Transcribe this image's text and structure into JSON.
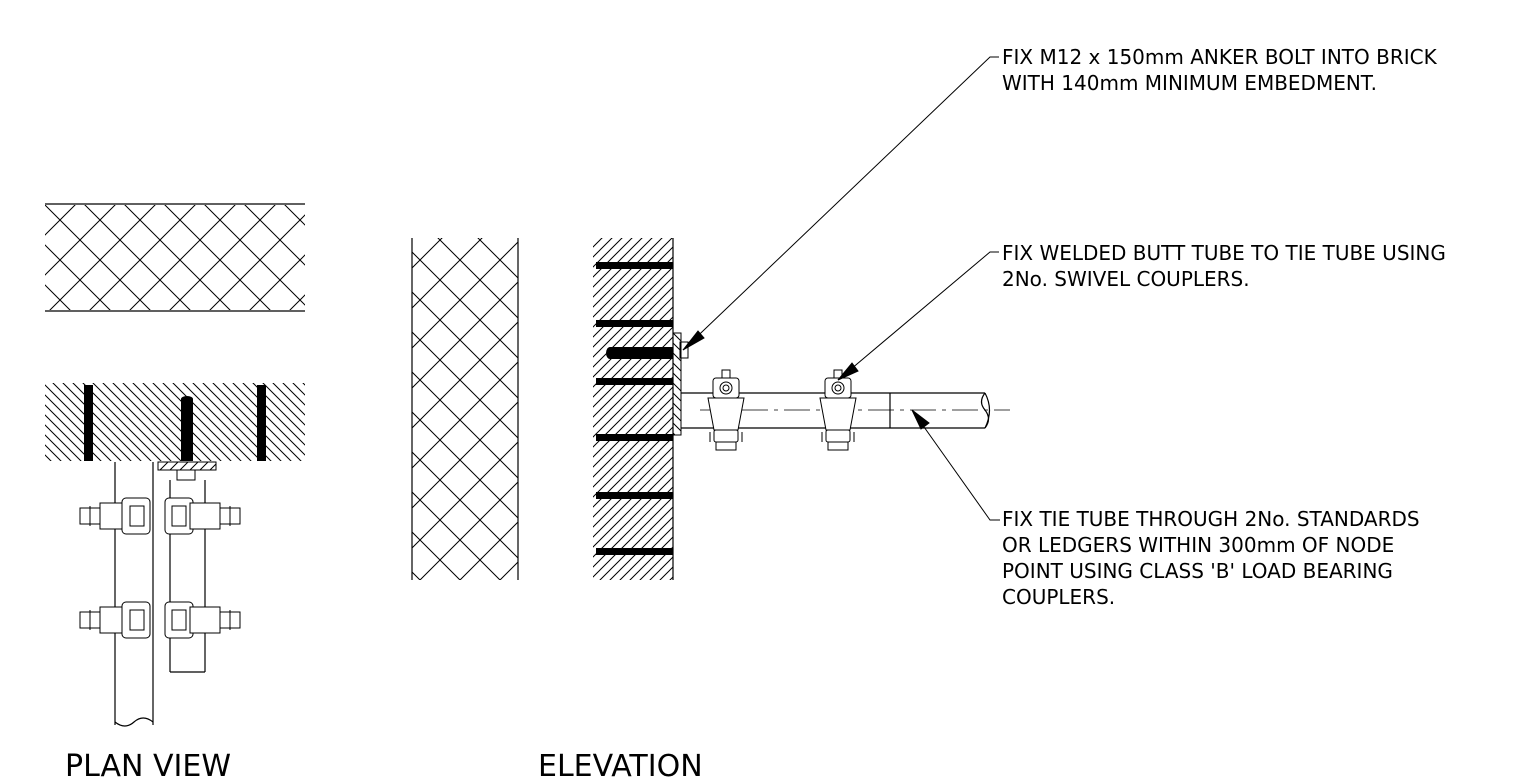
{
  "annotations": {
    "bolt": {
      "line1": "FIX M12 x 150mm ANKER BOLT INTO BRICK",
      "line2": "WITH 140mm MINIMUM EMBEDMENT."
    },
    "butt_tube": {
      "line1": "FIX WELDED BUTT TUBE TO TIE TUBE USING",
      "line2": "2No. SWIVEL COUPLERS."
    },
    "tie_tube": {
      "line1": "FIX TIE TUBE THROUGH 2No. STANDARDS",
      "line2": "OR LEDGERS WITHIN 300mm OF NODE",
      "line3": "POINT USING CLASS 'B' LOAD BEARING",
      "line4": "COUPLERS."
    }
  },
  "views": {
    "plan_title": "PLAN VIEW",
    "elevation_title": "ELEVATION"
  }
}
